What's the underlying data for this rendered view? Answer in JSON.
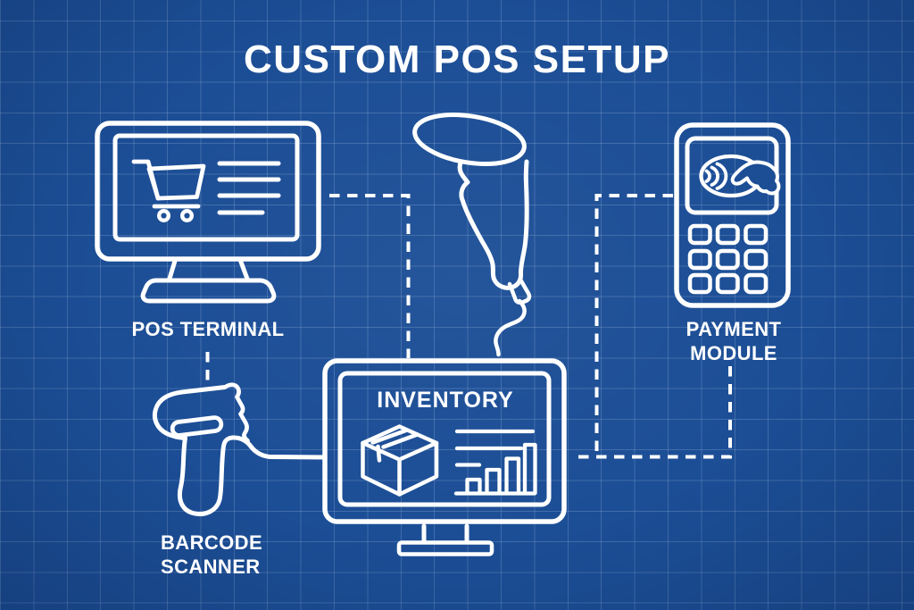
{
  "title": "CUSTOM POS SETUP",
  "colors": {
    "background": "#1C4E96",
    "grid_line": "#4C77B5",
    "line_art": "#FFFFFF",
    "text": "#FFFFFF"
  },
  "nodes": {
    "pos_terminal": {
      "label": "POS TERMINAL",
      "icon": "monitor-with-shopping-cart-icon"
    },
    "handheld_scanner": {
      "icon": "handheld-barcode-scanner-icon"
    },
    "payment_module": {
      "label_line1": "PAYMENT",
      "label_line2": "MODULE",
      "icon": "card-reader-with-contactless-tap-and-keypad-icon"
    },
    "inventory": {
      "label": "INVENTORY",
      "icon": "monitor-with-package-box-and-bar-chart-icon"
    },
    "barcode_scanner": {
      "label_line1": "BARCODE",
      "label_line2": "SCANNER",
      "icon": "barcode-scanner-side-view-with-cable-icon"
    }
  },
  "connections": [
    {
      "from": "pos_terminal",
      "to": "inventory",
      "style": "dashed"
    },
    {
      "from": "handheld_scanner",
      "to": "payment_module",
      "style": "dashed"
    },
    {
      "from": "payment_module",
      "to": "inventory",
      "style": "dashed"
    },
    {
      "from": "pos_terminal",
      "to": "barcode_scanner",
      "style": "dashed"
    }
  ]
}
